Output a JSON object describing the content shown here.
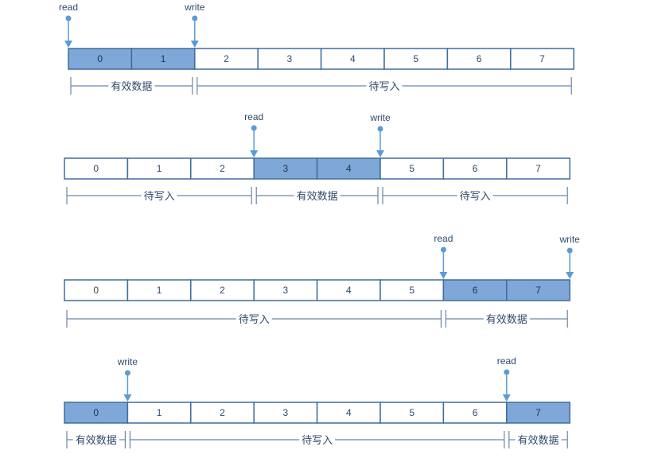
{
  "colors": {
    "filled": "#7fa7d8",
    "empty": "#ffffff",
    "border": "#3f6d9e",
    "pointer": "#5b9bd5",
    "span": "#6b86a6",
    "text": "#2f4a6a"
  },
  "labels": {
    "read": "read",
    "write": "write",
    "valid": "有效数据",
    "pending": "待写入"
  },
  "rows": [
    {
      "cells": [
        "0",
        "1",
        "2",
        "3",
        "4",
        "5",
        "6",
        "7"
      ],
      "filled": [
        0,
        1
      ],
      "pointers": [
        {
          "label": "read",
          "at_index": 0
        },
        {
          "label": "write",
          "at_index": 2
        }
      ],
      "spans": [
        {
          "label": "有效数据",
          "from": 0,
          "to": 2
        },
        {
          "label": "待写入",
          "from": 2,
          "to": 8
        }
      ]
    },
    {
      "cells": [
        "0",
        "1",
        "2",
        "3",
        "4",
        "5",
        "6",
        "7"
      ],
      "filled": [
        3,
        4
      ],
      "pointers": [
        {
          "label": "read",
          "at_index": 3
        },
        {
          "label": "write",
          "at_index": 5
        }
      ],
      "spans": [
        {
          "label": "待写入",
          "from": 0,
          "to": 3
        },
        {
          "label": "有效数据",
          "from": 3,
          "to": 5
        },
        {
          "label": "待写入",
          "from": 5,
          "to": 8
        }
      ]
    },
    {
      "cells": [
        "0",
        "1",
        "2",
        "3",
        "4",
        "5",
        "6",
        "7"
      ],
      "filled": [
        6,
        7
      ],
      "pointers": [
        {
          "label": "read",
          "at_index": 6
        },
        {
          "label": "write",
          "at_index": 8
        }
      ],
      "spans": [
        {
          "label": "待写入",
          "from": 0,
          "to": 6
        },
        {
          "label": "有效数据",
          "from": 6,
          "to": 8
        }
      ]
    },
    {
      "cells": [
        "0",
        "1",
        "2",
        "3",
        "4",
        "5",
        "6",
        "7"
      ],
      "filled": [
        0,
        7
      ],
      "pointers": [
        {
          "label": "write",
          "at_index": 1
        },
        {
          "label": "read",
          "at_index": 7
        }
      ],
      "spans": [
        {
          "label": "有效数据",
          "from": 0,
          "to": 1
        },
        {
          "label": "待写入",
          "from": 1,
          "to": 7
        },
        {
          "label": "有效数据",
          "from": 7,
          "to": 8
        }
      ]
    }
  ]
}
